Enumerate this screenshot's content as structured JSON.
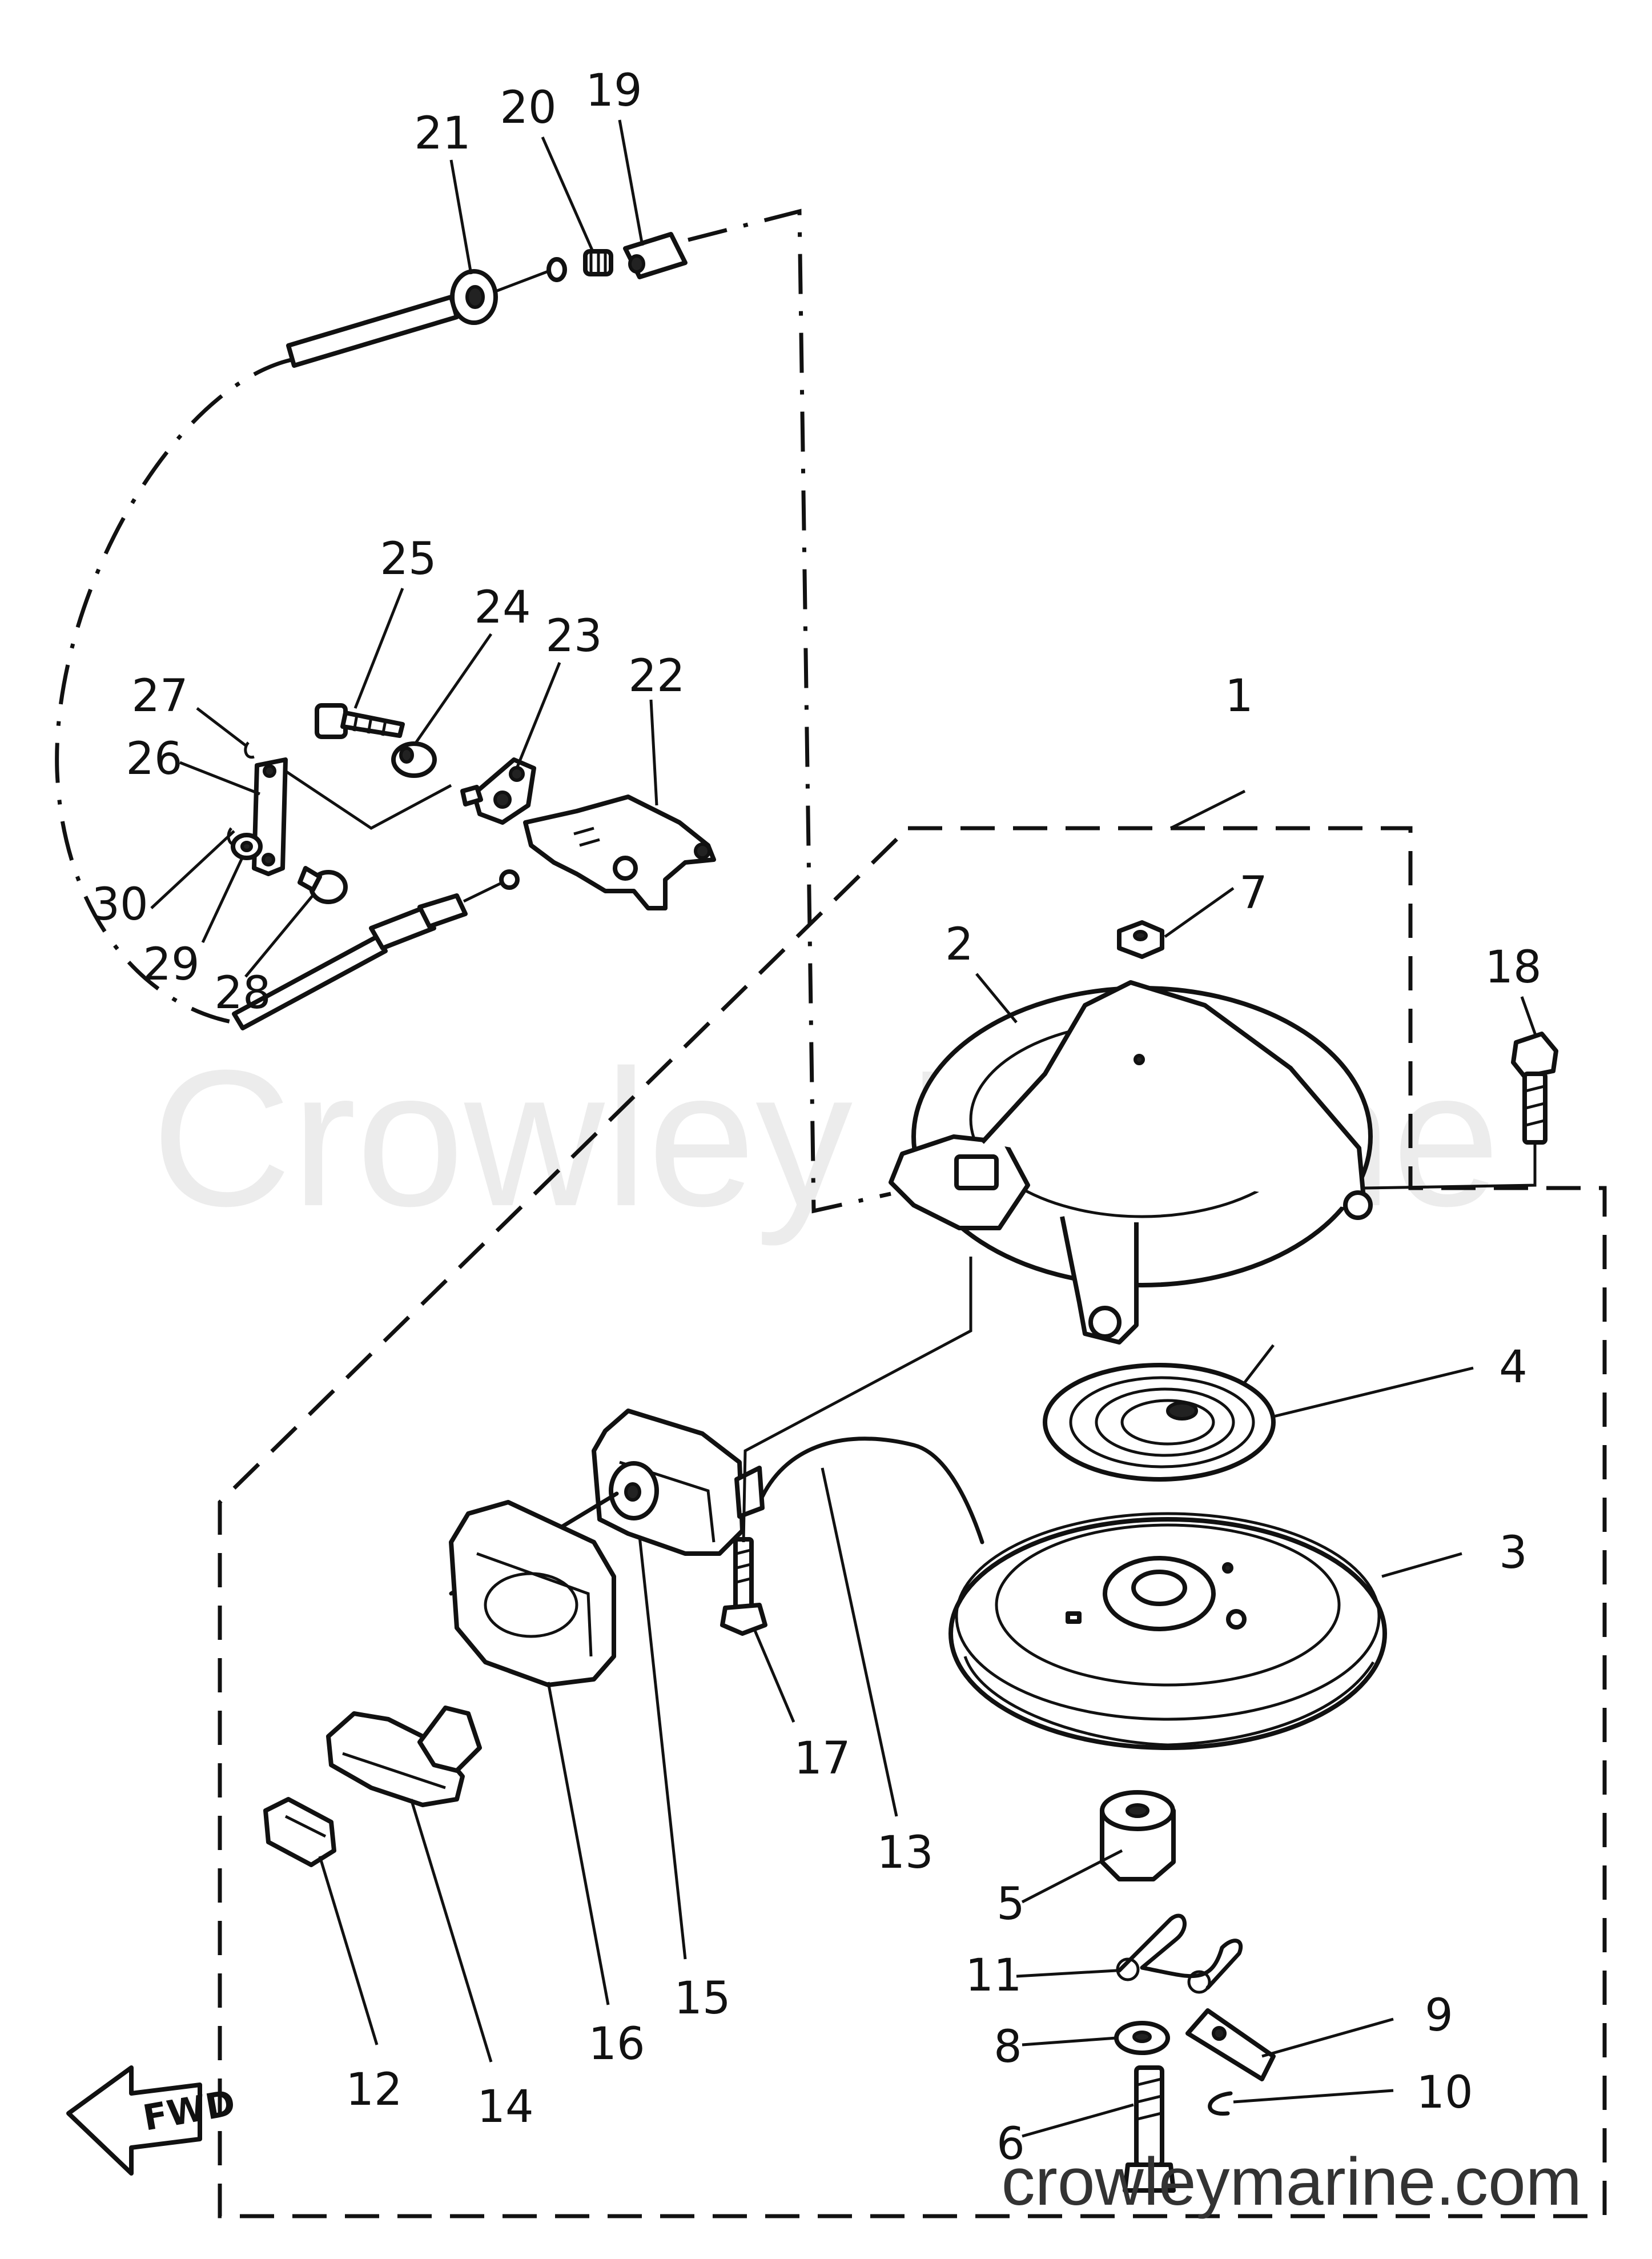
{
  "watermark": "Crowley Marine",
  "website": "crowleymarine.com",
  "direction_label": "FWD",
  "callouts": [
    {
      "id": "1",
      "text": "1"
    },
    {
      "id": "2",
      "text": "2"
    },
    {
      "id": "3",
      "text": "3"
    },
    {
      "id": "4",
      "text": "4"
    },
    {
      "id": "5",
      "text": "5"
    },
    {
      "id": "6",
      "text": "6"
    },
    {
      "id": "7",
      "text": "7"
    },
    {
      "id": "8",
      "text": "8"
    },
    {
      "id": "9",
      "text": "9"
    },
    {
      "id": "10",
      "text": "10"
    },
    {
      "id": "11",
      "text": "11"
    },
    {
      "id": "12",
      "text": "12"
    },
    {
      "id": "13",
      "text": "13"
    },
    {
      "id": "14",
      "text": "14"
    },
    {
      "id": "15",
      "text": "15"
    },
    {
      "id": "16",
      "text": "16"
    },
    {
      "id": "17",
      "text": "17"
    },
    {
      "id": "18",
      "text": "18"
    },
    {
      "id": "19",
      "text": "19"
    },
    {
      "id": "20",
      "text": "20"
    },
    {
      "id": "21",
      "text": "21"
    },
    {
      "id": "22",
      "text": "22"
    },
    {
      "id": "23",
      "text": "23"
    },
    {
      "id": "24",
      "text": "24"
    },
    {
      "id": "25",
      "text": "25"
    },
    {
      "id": "26",
      "text": "26"
    },
    {
      "id": "27",
      "text": "27"
    },
    {
      "id": "28",
      "text": "28"
    },
    {
      "id": "29",
      "text": "29"
    },
    {
      "id": "30",
      "text": "30"
    }
  ]
}
